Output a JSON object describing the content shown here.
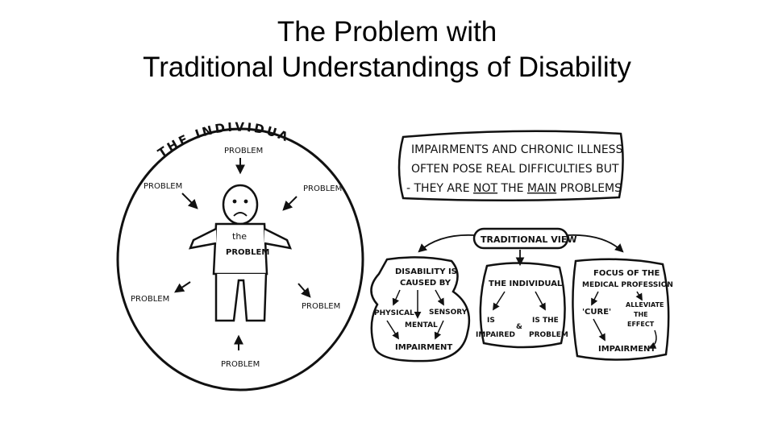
{
  "title": {
    "line1": "The Problem with",
    "line2": "Traditional Understandings of Disability"
  },
  "left_diagram": {
    "arc_label": "THE INDIVIDUAL",
    "center_label_1": "the",
    "center_label_2": "PROBLEM",
    "problems": [
      "PROBLEM",
      "PROBLEM",
      "PROBLEM",
      "PROBLEM",
      "PROBLEM",
      "PROBLEM"
    ]
  },
  "right_diagram": {
    "banner": {
      "line1": "IMPAIRMENTS AND CHRONIC ILLNESS",
      "line2": "OFTEN POSE REAL DIFFICULTIES BUT",
      "line3_prefix": "- THEY ARE ",
      "line3_not": "NOT",
      "line3_mid": " THE ",
      "line3_main": "MAIN",
      "line3_suffix": " PROBLEMS"
    },
    "traditional_view": "TRADITIONAL VIEW",
    "box1": {
      "line1": "DISABILITY IS",
      "line2": "CAUSED BY",
      "physical": "PHYSICAL",
      "sensory": "SENSORY",
      "mental": "MENTAL",
      "impairment": "IMPAIRMENT"
    },
    "box2": {
      "heading": "THE INDIVIDUAL",
      "is": "IS",
      "impaired": "IMPAIRED",
      "amp": "&",
      "is_the": "IS THE",
      "problem": "PROBLEM"
    },
    "box3": {
      "line1": "FOCUS OF THE",
      "line2": "MEDICAL PROFESSION",
      "cure": "'CURE'",
      "alleviate_1": "ALLEVIATE",
      "alleviate_2": "THE",
      "alleviate_3": "EFFECT",
      "impairment": "IMPAIRMENT"
    }
  }
}
